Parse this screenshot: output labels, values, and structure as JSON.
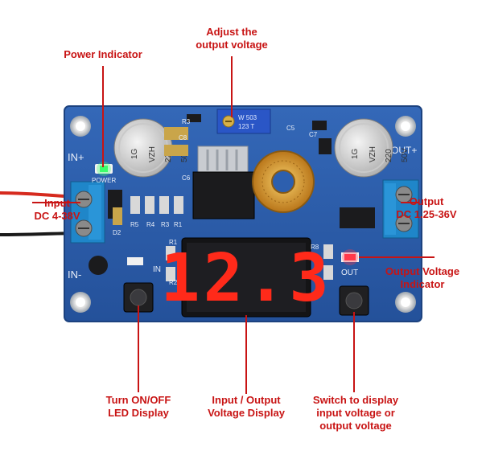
{
  "labels": {
    "power_indicator": "Power Indicator",
    "adjust": [
      "Adjust the",
      "output voltage"
    ],
    "input": [
      "Input",
      "DC 4-38V"
    ],
    "output": [
      "Output",
      "DC 1.25-36V"
    ],
    "output_indicator": [
      "Output Voltage",
      "Indicator"
    ],
    "onoff": [
      "Turn ON/OFF",
      "LED Display"
    ],
    "display": [
      "Input / Output",
      "Voltage Display"
    ],
    "switch": [
      "Switch to display",
      "input voltage or",
      "output voltage"
    ]
  },
  "board": {
    "in_plus": "IN+",
    "in_minus": "IN-",
    "out_plus": "OUT+",
    "power": "POWER",
    "in_led": "IN",
    "out_led": "OUT",
    "display_value": "12.3",
    "cap_left": [
      "1G",
      "VZH",
      "220",
      "50V"
    ],
    "cap_right": [
      "1G",
      "VZH",
      "220",
      "50V"
    ],
    "pot": [
      "W 503",
      "123 T"
    ],
    "refs": {
      "c8": "C8",
      "r3": "R3",
      "c6": "C6",
      "c5": "C5",
      "c7": "C7",
      "r5": "R5",
      "r4": "R4",
      "r3b": "R3",
      "r1": "R1",
      "d2": "D2",
      "r1b": "R1",
      "r2": "R2",
      "r8": "R8"
    }
  },
  "colors": {
    "label": "#c81414",
    "pcb": "#2d5fae",
    "led_digit": "#ff2a1a",
    "power_led": "#3cff6a",
    "out_led": "#ff3a4a"
  }
}
